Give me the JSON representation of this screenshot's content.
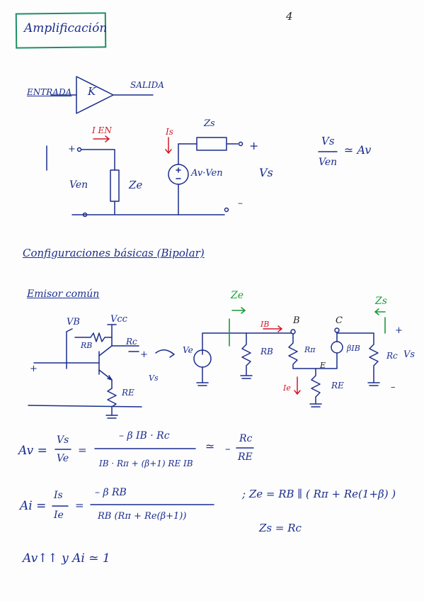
{
  "page_number": "4",
  "title": "Amplificación",
  "block": {
    "input": "ENTRADA",
    "gain": "K",
    "output": "SALIDA"
  },
  "equivalent": {
    "i_in": "I EN",
    "i_s": "Is",
    "z_out": "Zs",
    "plus_left": "+",
    "plus_right": "+",
    "v_in": "Ven",
    "z_in": "Ze",
    "source": "Av·Ven",
    "v_out": "Vs",
    "minus": "–",
    "ratio_num": "Vs",
    "ratio_den": "Ven",
    "ratio_eq": "≃ Av"
  },
  "section": "Configuraciones básicas (Bipolar)",
  "subsection": "Emisor común",
  "ce_circuit": {
    "vb": "VB",
    "vcc": "Vcc",
    "rb": "RB",
    "rc": "Rc",
    "re": "RE",
    "plus_in": "+",
    "plus_out": "+",
    "vs": "Vs"
  },
  "small_signal": {
    "ze": "Ze",
    "ib": "IB",
    "node_b": "B",
    "node_c": "C",
    "node_e": "E",
    "ve": "Ve",
    "rb": "RB",
    "rpi": "Rπ",
    "beta_ib": "βIB",
    "rc": "Rc",
    "vs": "Vs",
    "ie": "Ie",
    "re": "RE",
    "zs": "Zs",
    "plus": "+",
    "minus": "–"
  },
  "equations": {
    "av_lhs": "Av =",
    "av_frac1_num": "Vs",
    "av_frac1_den": "Ve",
    "eq": "=",
    "av_num": "– β IB · Rc",
    "av_den": "IB · Rπ + (β+1) RE IB",
    "approx": "≃",
    "av_result_sign": "–",
    "av_result_num": "Rc",
    "av_result_den": "RE",
    "ai_lhs": "Ai =",
    "ai_frac_num": "Is",
    "ai_frac_den": "Ie",
    "ai_num": "– β RB",
    "ai_den": "RB   (Rπ + Re(β+1))",
    "ze_eq": "; Ze = RB ∥ ( Rπ + Re(1+β) )",
    "zs_eq": "Zs = Rc",
    "final": "Av↑↑ y Ai ≃ 1"
  },
  "colors": {
    "ink": "#1a2d8c",
    "red": "#d11a2a",
    "green": "#1c9a3a",
    "box": "#1e8f63"
  }
}
